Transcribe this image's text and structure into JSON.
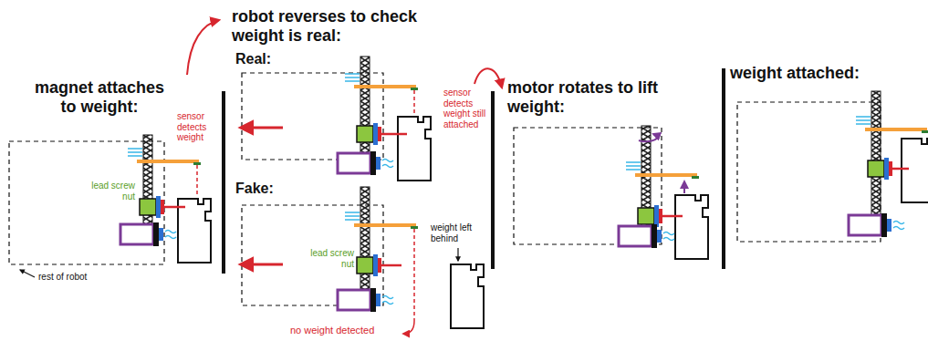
{
  "diagram": {
    "labels": [
      "magnet attaches to weight:",
      "sensor detects weight",
      "lead screw nut",
      "rest of robot",
      "robot reverses to check weight is real:",
      "Real:",
      "sensor detects weight still attached",
      "Fake:",
      "lead screw nut",
      "weight left behind",
      "no weight detected",
      "motor rotates to lift weight:",
      "weight attached:"
    ]
  }
}
